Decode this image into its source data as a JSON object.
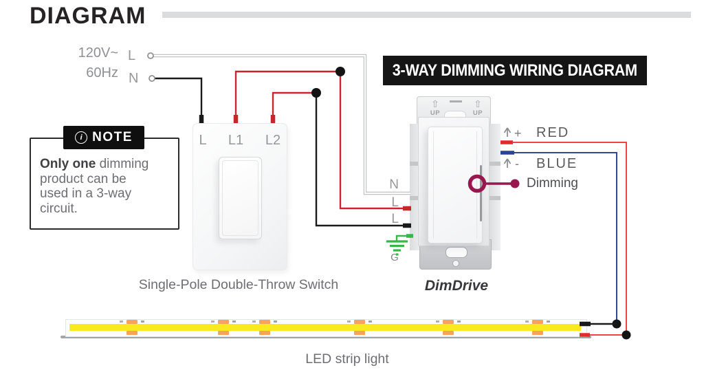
{
  "title": "DIAGRAM",
  "banner": {
    "text": "3-WAY DIMMING WIRING DIAGRAM"
  },
  "power_source": {
    "voltage": "120V~",
    "frequency": "60Hz",
    "live_label": "L",
    "neutral_label": "N"
  },
  "note": {
    "header": "NOTE",
    "icon_glyph": "i",
    "highlight": "Only one",
    "body": " dimming\nproduct can be\nused in a 3-way\ncircuit."
  },
  "spdt_switch": {
    "terminal_l": "L",
    "terminal_l1": "L1",
    "terminal_l2": "L2",
    "caption": "Single-Pole Double-Throw Switch"
  },
  "dimmer": {
    "up_arrow_glyph": "⇧",
    "up_label": "UP",
    "terminal_n": "N",
    "terminal_l_red": "L",
    "terminal_l_black": "L",
    "ground_label": "G",
    "output_positive_sign": "+",
    "output_positive_label": "RED",
    "output_negative_sign": "-",
    "output_negative_label": "BLUE",
    "dimming_label": "Dimming",
    "caption": "DimDrive"
  },
  "led_strip": {
    "caption": "LED strip light"
  },
  "colors": {
    "wire_black": "#1A1A1A",
    "wire_red_traveler": "#C9262C",
    "wire_red_output": "#E8464A",
    "wire_blue": "#32479B",
    "wire_green": "#3AB54A",
    "wire_neutral_outline": "#B9BBBE",
    "callout_magenta": "#97174E",
    "banner_bg": "#151515",
    "strip_yellow": "#F9EA20",
    "pad_orange": "#F6A35F",
    "label_gray": "#95979A"
  }
}
